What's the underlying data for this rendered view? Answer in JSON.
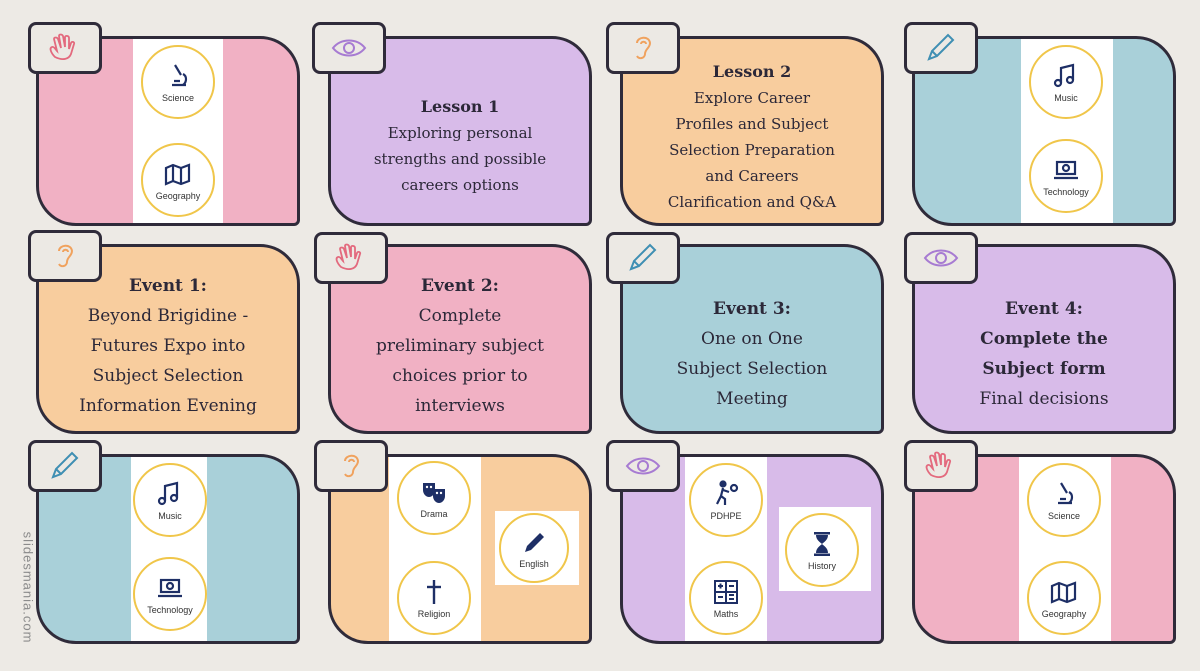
{
  "watermark": "slidesmania.com",
  "colors": {
    "pink": "#f1b1c4",
    "lilac": "#d8bbe9",
    "peach": "#f8cd9e",
    "teal": "#a9d0d9",
    "outline": "#2f2b3a",
    "badge_ring": "#f0c64a"
  },
  "cards": [
    {
      "color": "pink",
      "tab_icon": "hand-icon",
      "subjects": [
        "Science",
        "Geography"
      ]
    },
    {
      "color": "lilac",
      "tab_icon": "eye-icon",
      "heading": "Lesson 1",
      "lines": [
        "Exploring personal",
        "strengths and possible",
        "careers options"
      ]
    },
    {
      "color": "peach",
      "tab_icon": "ear-icon",
      "heading": "Lesson 2",
      "lines": [
        "Explore Career",
        "Profiles and Subject",
        "Selection Preparation",
        "and Careers",
        "Clarification and Q&A"
      ]
    },
    {
      "color": "teal",
      "tab_icon": "pencil-icon",
      "subjects": [
        "Music",
        "Technology"
      ]
    },
    {
      "color": "peach",
      "tab_icon": "ear-icon",
      "heading": "Event 1:",
      "lines": [
        "Beyond Brigidine -",
        "Futures Expo into",
        "Subject Selection",
        "Information Evening"
      ]
    },
    {
      "color": "pink",
      "tab_icon": "hand-icon",
      "heading": "Event 2:",
      "lines": [
        "Complete",
        "preliminary subject",
        "choices prior to",
        "interviews"
      ]
    },
    {
      "color": "teal",
      "tab_icon": "pencil-icon",
      "heading": "Event 3:",
      "lines": [
        "One on One",
        "Subject Selection",
        "Meeting"
      ]
    },
    {
      "color": "lilac",
      "tab_icon": "eye-icon",
      "heading": "Event 4:",
      "lines": [
        "Complete the",
        "Subject form",
        "Final decisions"
      ]
    },
    {
      "color": "teal",
      "tab_icon": "pencil-icon",
      "subjects": [
        "Music",
        "Technology"
      ]
    },
    {
      "color": "peach",
      "tab_icon": "ear-icon",
      "subjects": [
        "Drama",
        "Religion",
        "English"
      ]
    },
    {
      "color": "lilac",
      "tab_icon": "eye-icon",
      "subjects": [
        "PDHPE",
        "Maths",
        "History"
      ]
    },
    {
      "color": "pink",
      "tab_icon": "hand-icon",
      "subjects": [
        "Science",
        "Geography"
      ]
    }
  ]
}
